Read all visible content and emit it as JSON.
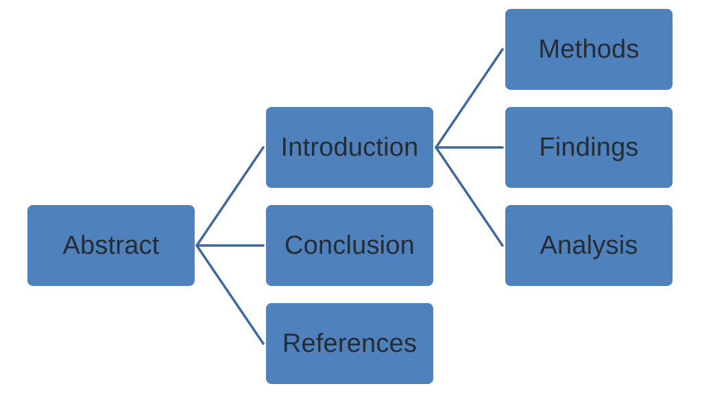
{
  "diagram": {
    "colors": {
      "node_fill": "#4f81bd",
      "node_text": "#262c33",
      "connector": "#41679a",
      "background": "#ffffff"
    },
    "nodes": {
      "abstract": "Abstract",
      "introduction": "Introduction",
      "conclusion": "Conclusion",
      "references": "References",
      "methods": "Methods",
      "findings": "Findings",
      "analysis": "Analysis"
    },
    "edges": [
      [
        "abstract",
        "introduction"
      ],
      [
        "abstract",
        "conclusion"
      ],
      [
        "abstract",
        "references"
      ],
      [
        "introduction",
        "methods"
      ],
      [
        "introduction",
        "findings"
      ],
      [
        "introduction",
        "analysis"
      ]
    ]
  }
}
